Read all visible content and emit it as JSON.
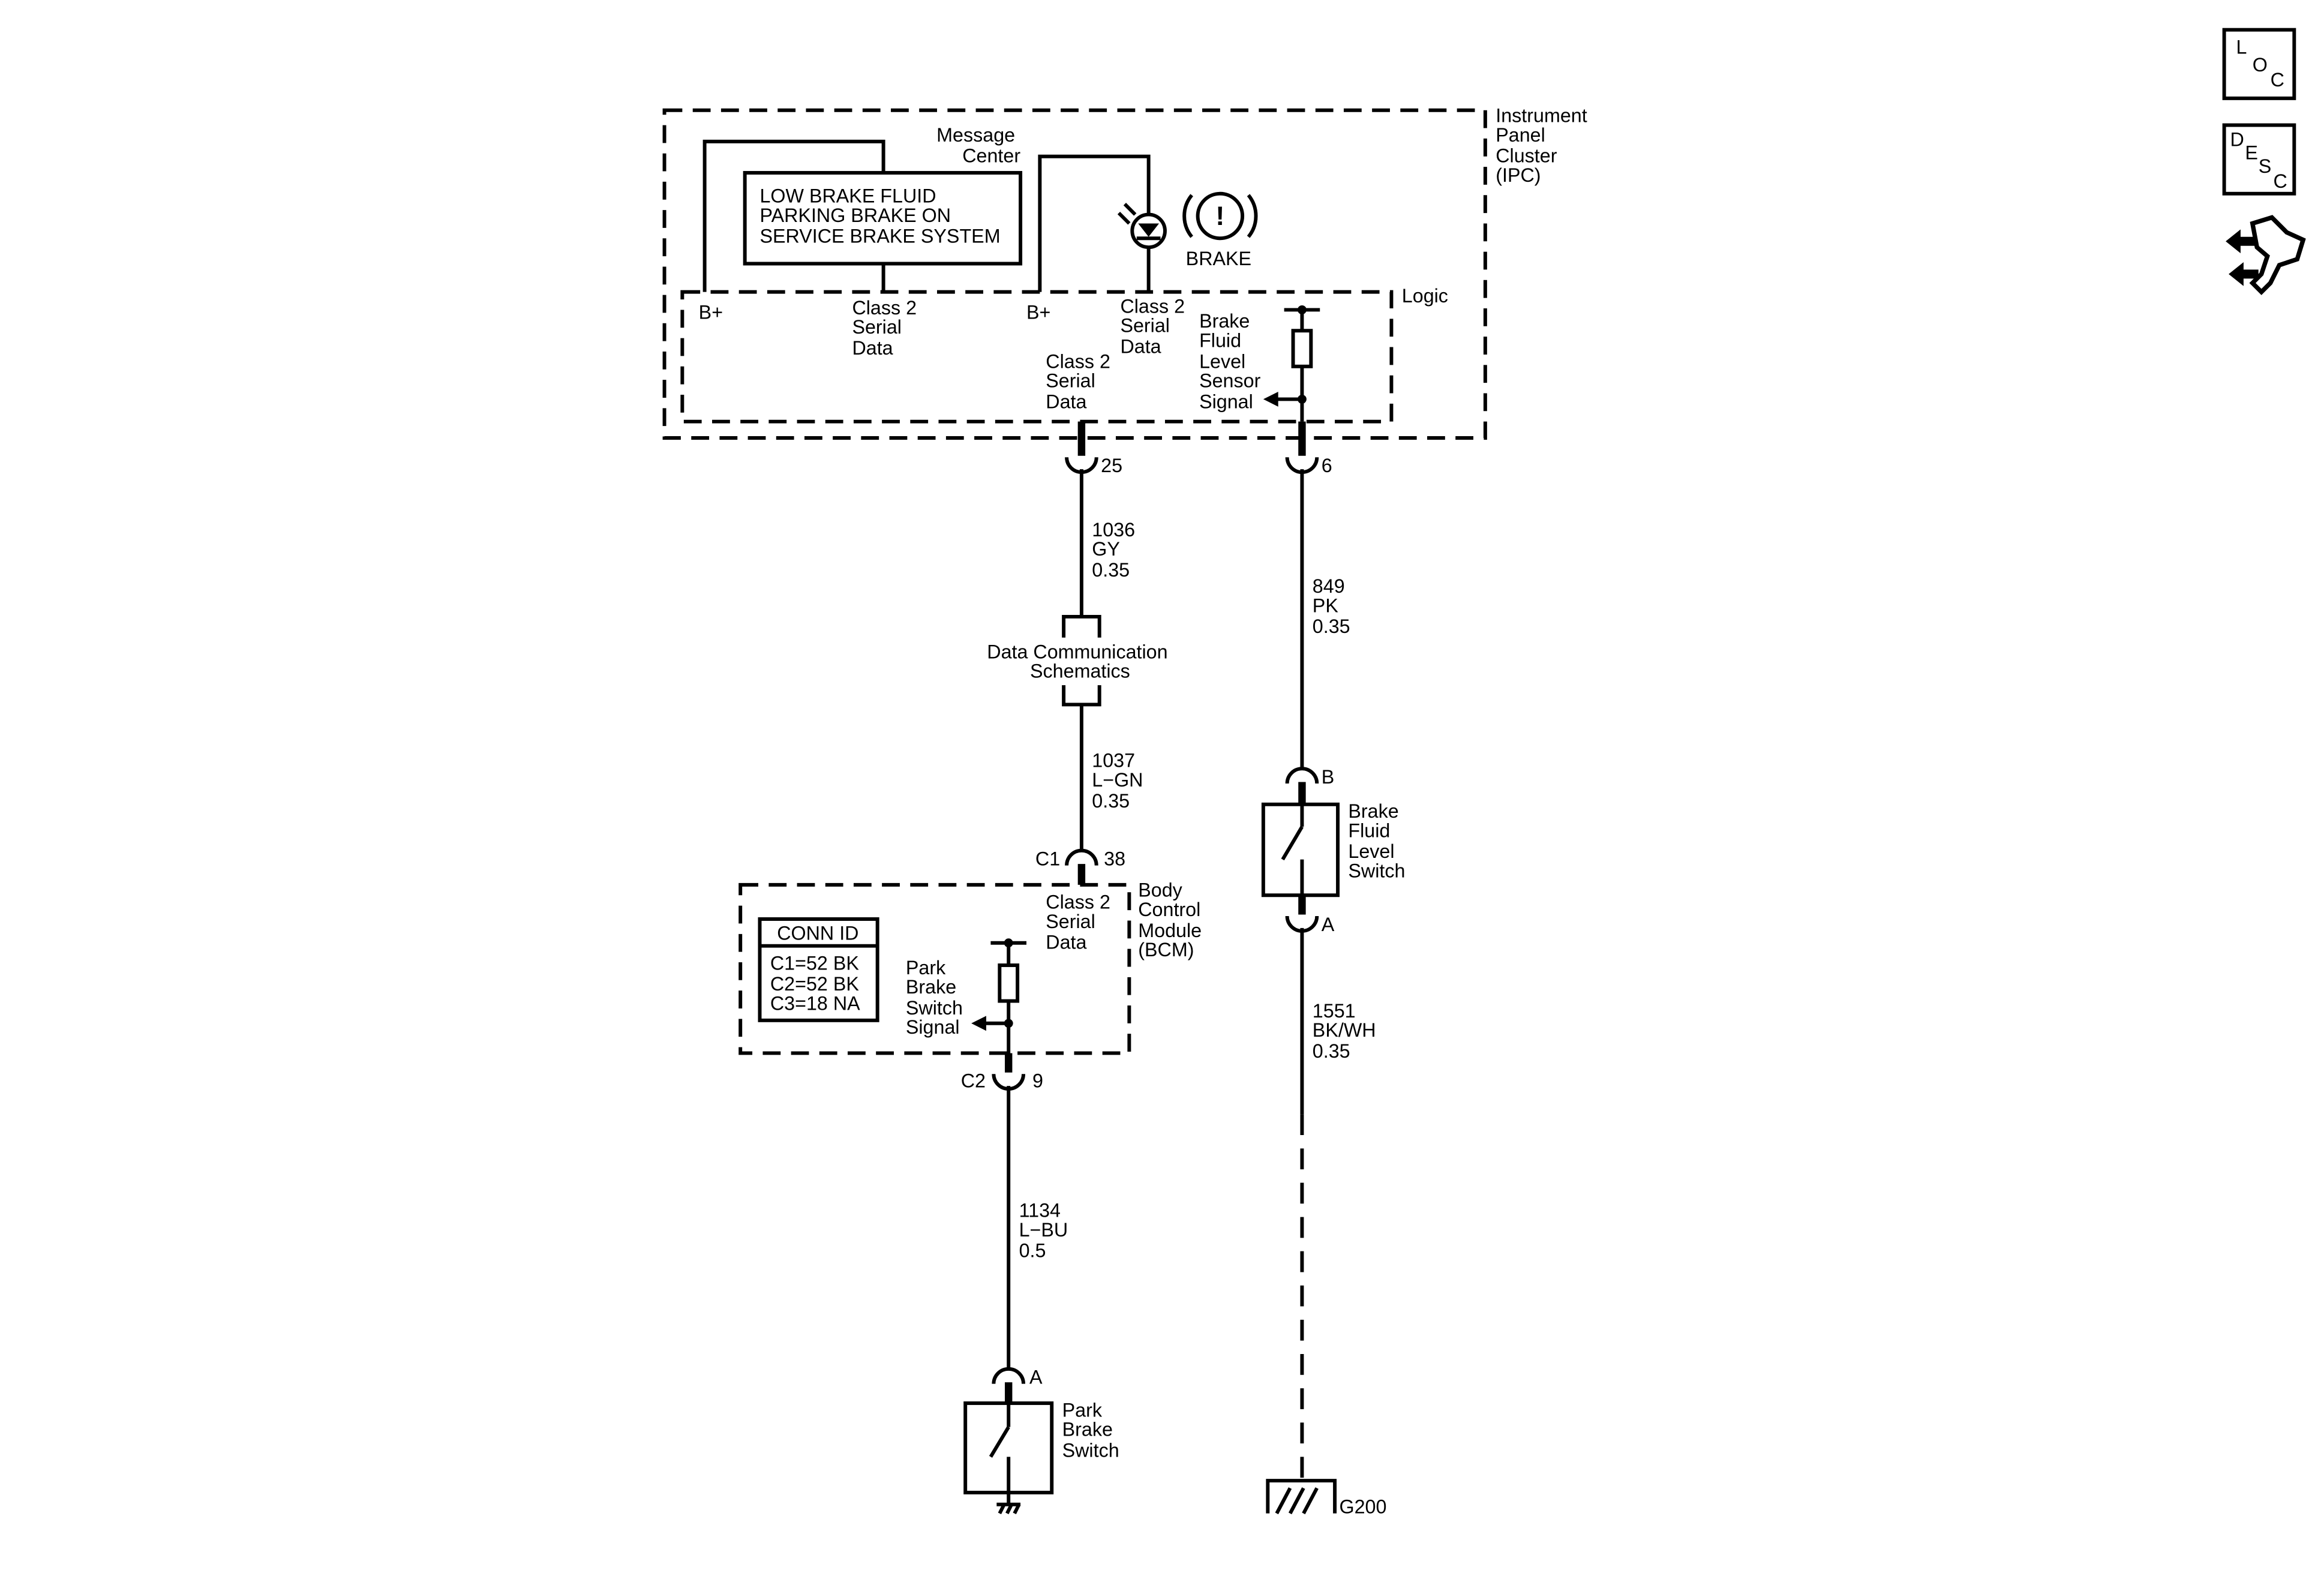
{
  "ipc": {
    "name_lines": [
      "Instrument",
      "Panel",
      "Cluster",
      "(IPC)"
    ],
    "message_center_lines": [
      "Message",
      "Center"
    ],
    "display_lines": [
      "LOW BRAKE FLUID",
      "PARKING BRAKE ON",
      "SERVICE BRAKE SYSTEM"
    ],
    "brake_indicator_label": "BRAKE",
    "brake_symbol": "!",
    "logic_label": "Logic",
    "bplus_left": "B+",
    "bplus_right": "B+",
    "class2_a_lines": [
      "Class 2",
      "Serial",
      "Data"
    ],
    "class2_b_lines": [
      "Class 2",
      "Serial",
      "Data"
    ],
    "class2_c_lines": [
      "Class 2",
      "Serial",
      "Data"
    ],
    "brake_fluid_signal_lines": [
      "Brake",
      "Fluid",
      "Level",
      "Sensor",
      "Signal"
    ]
  },
  "pins": {
    "ipc_class2": "25",
    "ipc_fluid": "6",
    "bcm_c1_connector": "C1",
    "bcm_c1_pin": "38",
    "bcm_c2_connector": "C2",
    "bcm_c2_pin": "9",
    "fluid_switch_top": "B",
    "fluid_switch_bottom": "A",
    "park_switch_top": "A"
  },
  "wires": {
    "w1036": [
      "1036",
      "GY",
      "0.35"
    ],
    "w1037": [
      "1037",
      "L−GN",
      "0.35"
    ],
    "w849": [
      "849",
      "PK",
      "0.35"
    ],
    "w1551": [
      "1551",
      "BK/WH",
      "0.35"
    ],
    "w1134": [
      "1134",
      "L−BU",
      "0.5"
    ]
  },
  "data_comm_lines": [
    "Data Communication",
    "Schematics"
  ],
  "bcm": {
    "name_lines": [
      "Body",
      "Control",
      "Module",
      "(BCM)"
    ],
    "class2_lines": [
      "Class 2",
      "Serial",
      "Data"
    ],
    "park_signal_lines": [
      "Park",
      "Brake",
      "Switch",
      "Signal"
    ],
    "conn_id_title": "CONN ID",
    "conn_id_rows": [
      "C1=52 BK",
      "C2=52 BK",
      "C3=18 NA"
    ]
  },
  "brake_fluid_switch_lines": [
    "Brake",
    "Fluid",
    "Level",
    "Switch"
  ],
  "park_brake_switch_lines": [
    "Park",
    "Brake",
    "Switch"
  ],
  "ground_label": "G200",
  "nav": {
    "loc": [
      "L",
      "O",
      "C"
    ],
    "desc": [
      "D",
      "E",
      "S",
      "C"
    ]
  }
}
